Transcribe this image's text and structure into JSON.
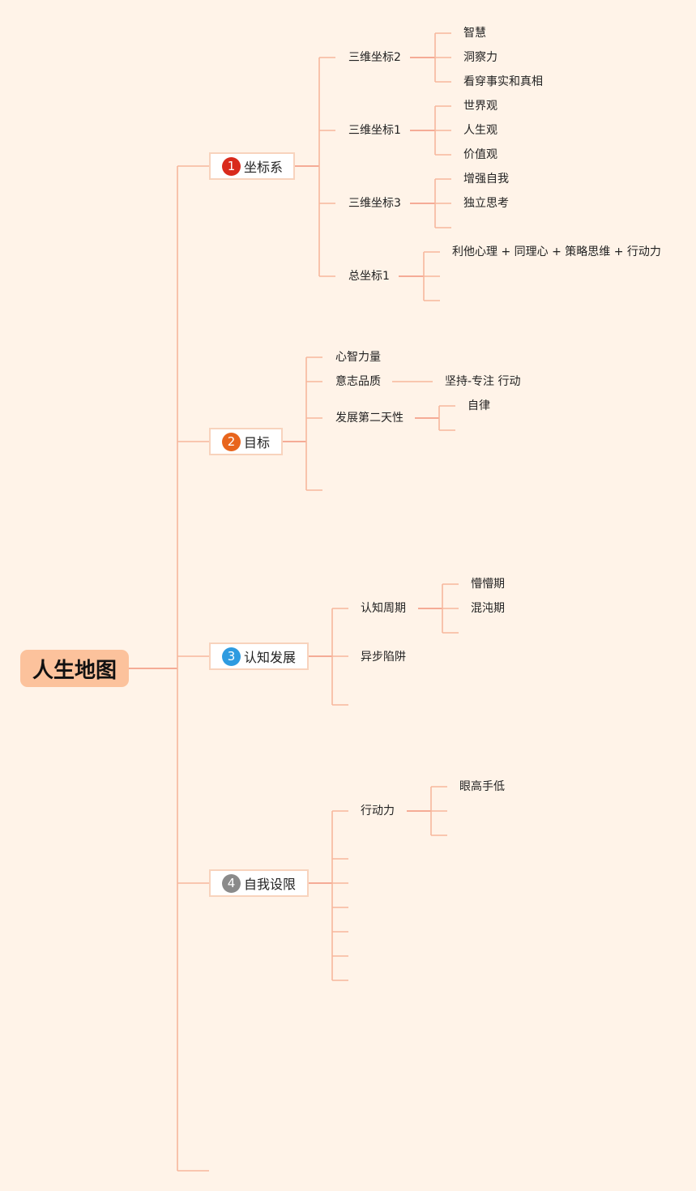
{
  "root": {
    "label": "人生地图"
  },
  "branches": [
    {
      "num": "1",
      "num_color": "#d92a1c",
      "label": "坐标系",
      "children": [
        {
          "label": "三维坐标2",
          "children": [
            "智慧",
            "洞察力",
            "看穿事实和真相"
          ]
        },
        {
          "label": "三维坐标1",
          "children": [
            "世界观",
            "人生观",
            "价值观"
          ]
        },
        {
          "label": "三维坐标3",
          "children": [
            "增强自我",
            "独立思考",
            ""
          ]
        },
        {
          "label": "总坐标1",
          "children": [
            "利他心理 + 同理心 + 策略思维 + 行动力",
            "",
            ""
          ]
        }
      ]
    },
    {
      "num": "2",
      "num_color": "#e8651d",
      "label": "目标",
      "children": [
        {
          "label": "心智力量",
          "children": []
        },
        {
          "label": "意志品质",
          "children": [
            "坚持-专注 行动"
          ]
        },
        {
          "label": "发展第二天性",
          "children": [
            "自律",
            ""
          ]
        },
        {
          "label": "",
          "children": []
        }
      ]
    },
    {
      "num": "3",
      "num_color": "#2e9be0",
      "label": "认知发展",
      "children": [
        {
          "label": "认知周期",
          "children": [
            "懵懵期",
            "混沌期",
            ""
          ]
        },
        {
          "label": "异步陷阱",
          "children": []
        },
        {
          "label": "",
          "children": []
        }
      ]
    },
    {
      "num": "4",
      "num_color": "#8a8a8a",
      "label": "自我设限",
      "children": [
        {
          "label": "行动力",
          "children": [
            "眼高手低",
            "",
            ""
          ]
        },
        {
          "label": "",
          "children": []
        },
        {
          "label": "",
          "children": []
        },
        {
          "label": "",
          "children": []
        },
        {
          "label": "",
          "children": []
        },
        {
          "label": "",
          "children": []
        },
        {
          "label": "",
          "children": []
        }
      ]
    },
    {
      "num": "",
      "num_color": "",
      "label": "",
      "children": []
    }
  ],
  "colors": {
    "line": "#f7b79c",
    "root_fill": "#fcc29c",
    "background": "#fff3e8"
  }
}
